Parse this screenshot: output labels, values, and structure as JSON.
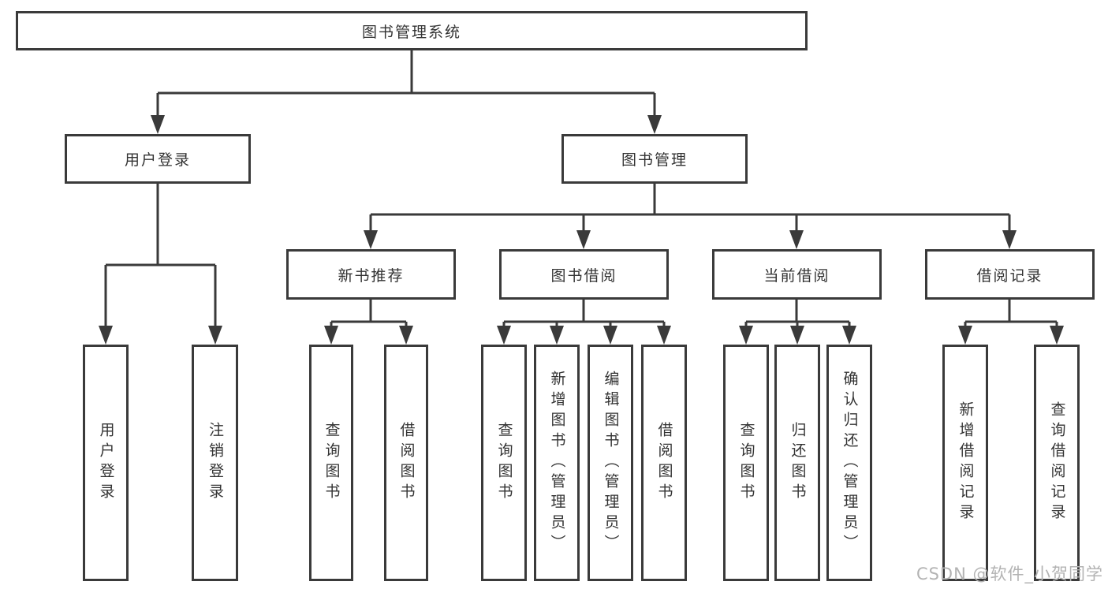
{
  "diagram": {
    "root": {
      "label": "图书管理系统"
    },
    "level2": [
      {
        "label": "用户登录"
      },
      {
        "label": "图书管理"
      }
    ],
    "level3": [
      {
        "label": "新书推荐",
        "parent": "图书管理"
      },
      {
        "label": "图书借阅",
        "parent": "图书管理"
      },
      {
        "label": "当前借阅",
        "parent": "图书管理"
      },
      {
        "label": "借阅记录",
        "parent": "图书管理"
      }
    ],
    "leaves": [
      {
        "label": "用户登录",
        "parent": "用户登录"
      },
      {
        "label": "注销登录",
        "parent": "用户登录"
      },
      {
        "label": "查询图书",
        "parent": "新书推荐"
      },
      {
        "label": "借阅图书",
        "parent": "新书推荐"
      },
      {
        "label": "查询图书",
        "parent": "图书借阅"
      },
      {
        "label": "新增图书（管理员）",
        "parent": "图书借阅"
      },
      {
        "label": "编辑图书（管理员）",
        "parent": "图书借阅"
      },
      {
        "label": "借阅图书",
        "parent": "图书借阅"
      },
      {
        "label": "查询图书",
        "parent": "当前借阅"
      },
      {
        "label": "归还图书",
        "parent": "当前借阅"
      },
      {
        "label": "确认归还（管理员）",
        "parent": "当前借阅"
      },
      {
        "label": "新增借阅记录",
        "parent": "借阅记录"
      },
      {
        "label": "查询借阅记录",
        "parent": "借阅记录"
      }
    ]
  },
  "watermark": "CSDN @软件_小贺同学",
  "colors": {
    "line": "#3a3a3a",
    "text": "#333333",
    "watermark": "#b3b3b3",
    "background": "#ffffff"
  }
}
